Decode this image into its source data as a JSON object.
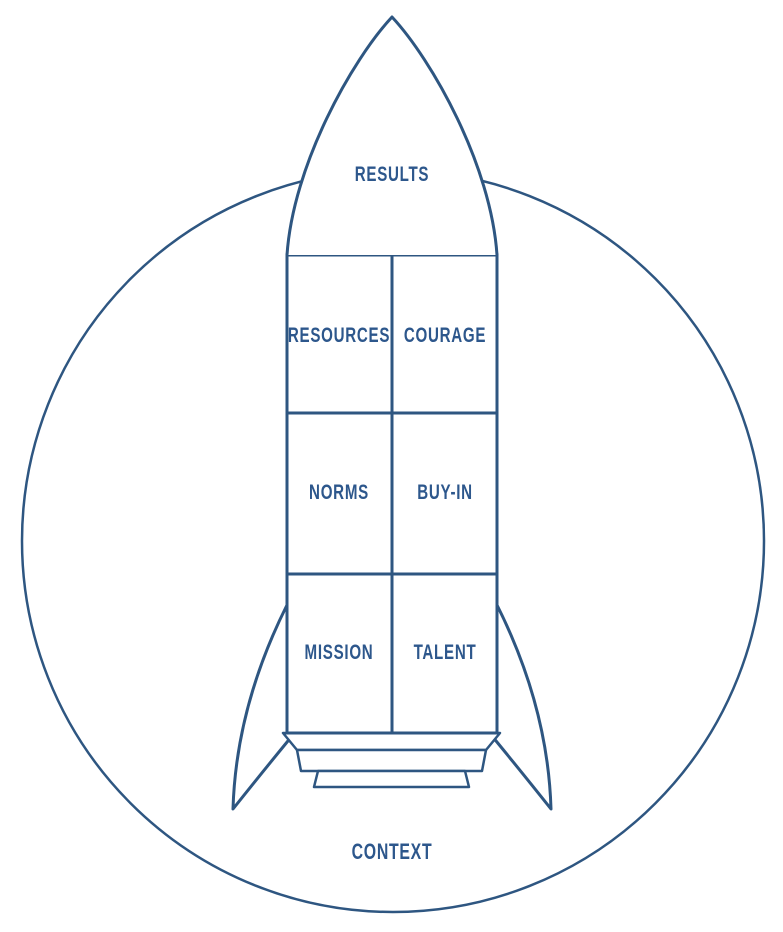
{
  "colors": {
    "line": "#2e5681",
    "text": "#2d578c",
    "background": "#ffffff"
  },
  "diagram": {
    "environment_label": "CONTEXT",
    "rocket": {
      "nose_label": "RESULTS",
      "grid_labels": [
        {
          "id": "resources",
          "label": "RESOURCES"
        },
        {
          "id": "courage",
          "label": "COURAGE"
        },
        {
          "id": "norms",
          "label": "NORMS"
        },
        {
          "id": "buy-in",
          "label": "BUY-IN"
        },
        {
          "id": "mission",
          "label": "MISSION"
        },
        {
          "id": "talent",
          "label": "TALENT"
        }
      ]
    }
  }
}
